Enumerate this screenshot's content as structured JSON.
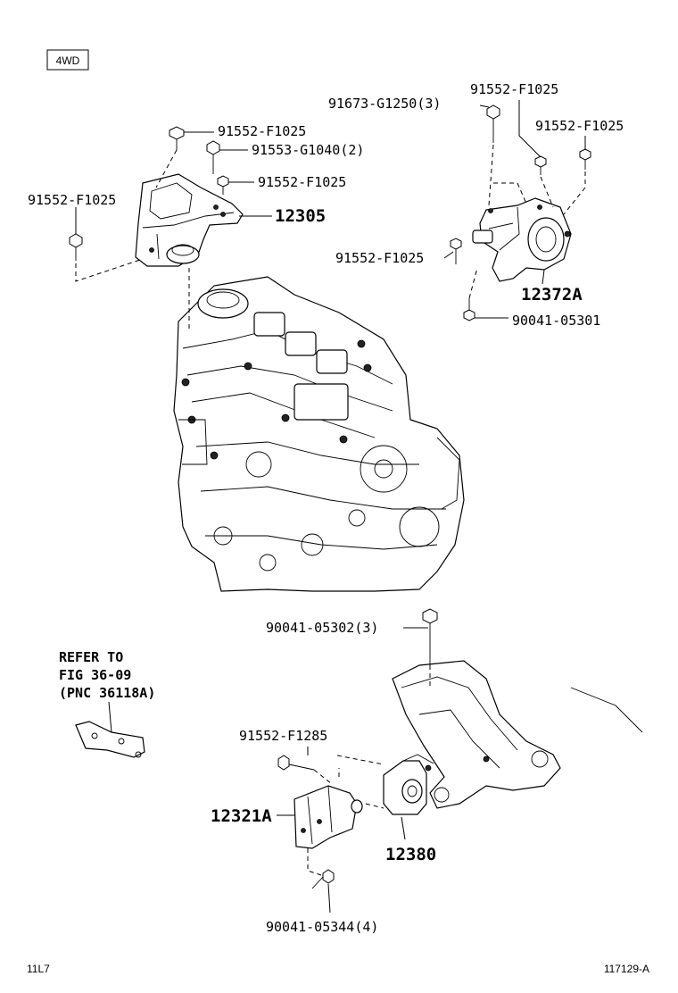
{
  "diagram": {
    "variant_label": "4WD",
    "reference_note": {
      "line1": "REFER TO",
      "line2": "FIG 36-09",
      "line3": "(PNC 36118A)"
    },
    "part_labels": [
      {
        "id": "p1",
        "text": "91552-F1025"
      },
      {
        "id": "p2",
        "text": "91553-G1040(2)"
      },
      {
        "id": "p3",
        "text": "91552-F1025"
      },
      {
        "id": "p4",
        "text": "91552-F1025"
      },
      {
        "id": "p5",
        "text": "12305"
      },
      {
        "id": "p6",
        "text": "91673-G1250(3)"
      },
      {
        "id": "p7",
        "text": "91552-F1025"
      },
      {
        "id": "p8",
        "text": "91552-F1025"
      },
      {
        "id": "p9",
        "text": "91552-F1025"
      },
      {
        "id": "p10",
        "text": "12372A"
      },
      {
        "id": "p11",
        "text": "90041-05301"
      },
      {
        "id": "p12",
        "text": "90041-05302(3)"
      },
      {
        "id": "p13",
        "text": "91552-F1285"
      },
      {
        "id": "p14",
        "text": "12321A"
      },
      {
        "id": "p15",
        "text": "12380"
      },
      {
        "id": "p16",
        "text": "90041-05344(4)"
      }
    ],
    "footer": {
      "left_code": "11L7",
      "right_code": "117129-A"
    }
  }
}
